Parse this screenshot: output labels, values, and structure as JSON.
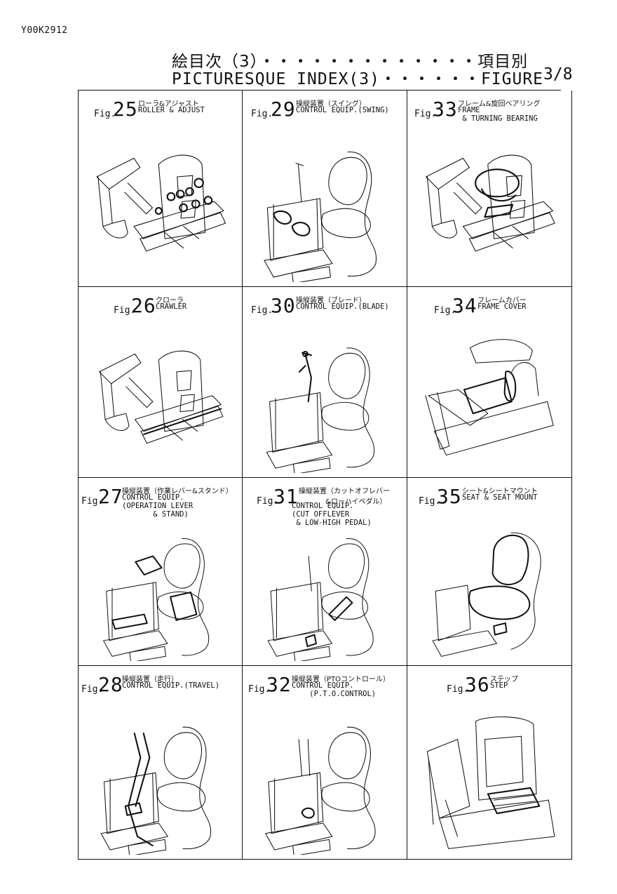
{
  "doc_id": "Y00K2912",
  "title_jp": "絵目次（3）・・・・・・・・・・・・・項目別",
  "title_en": "PICTURESQUE INDEX(3)・・・・・・FIGURE",
  "page": "3/8",
  "figures": [
    {
      "prefix": "Fig.",
      "num": "25",
      "jp": "ローラ&アジャスト",
      "en": "ROLLER & ADJUST",
      "art": "machine-roller"
    },
    {
      "prefix": "Fig.",
      "num": "29",
      "jp": "操縦装置（スイング）",
      "en": "CONTROL EQUIP.(SWING)",
      "art": "seat-swing"
    },
    {
      "prefix": "Fig.",
      "num": "33",
      "jp": "フレーム&旋回ベアリング",
      "en": "FRAME\n & TURNING BEARING",
      "art": "machine-frame"
    },
    {
      "prefix": "Fig.",
      "num": "26",
      "jp": "クローラ",
      "en": "CRAWLER",
      "art": "machine-crawler"
    },
    {
      "prefix": "Fig.",
      "num": "30",
      "jp": "操縦装置（ブレード）",
      "en": "CONTROL EQUIP.(BLADE)",
      "art": "seat-blade"
    },
    {
      "prefix": "Fig.",
      "num": "34",
      "jp": "フレームカバー",
      "en": "FRAME COVER",
      "art": "frame-cover"
    },
    {
      "prefix": "Fig.",
      "num": "27",
      "jp": "操縦装置（作業レバー&スタンド）",
      "en": "CONTROL EQUIP.\n(OPERATION LEVER\n       & STAND)",
      "art": "seat-lever"
    },
    {
      "prefix": "Fig.",
      "num": "31",
      "jp": "操縦装置（カットオフレバー\n            &ローハイペダル）",
      "en": "CONTROL EQUIP.\n(CUT OFFLEVER\n & LOW-HIGH PEDAL)",
      "art": "seat-cutoff"
    },
    {
      "prefix": "Fig.",
      "num": "35",
      "jp": "シート&シートマウント",
      "en": "SEAT & SEAT MOUNT",
      "art": "seat-mount"
    },
    {
      "prefix": "Fig.",
      "num": "28",
      "jp": "操縦装置（走行）",
      "en": "CONTROL EQUIP.(TRAVEL)",
      "art": "seat-travel"
    },
    {
      "prefix": "Fig.",
      "num": "32",
      "jp": "操縦装置（PTOコントロール）",
      "en": "CONTROL EQUIP.\n    (P.T.O.CONTROL)",
      "art": "seat-pto"
    },
    {
      "prefix": "Fig.",
      "num": "36",
      "jp": "ステップ",
      "en": "STEP",
      "art": "step"
    }
  ]
}
